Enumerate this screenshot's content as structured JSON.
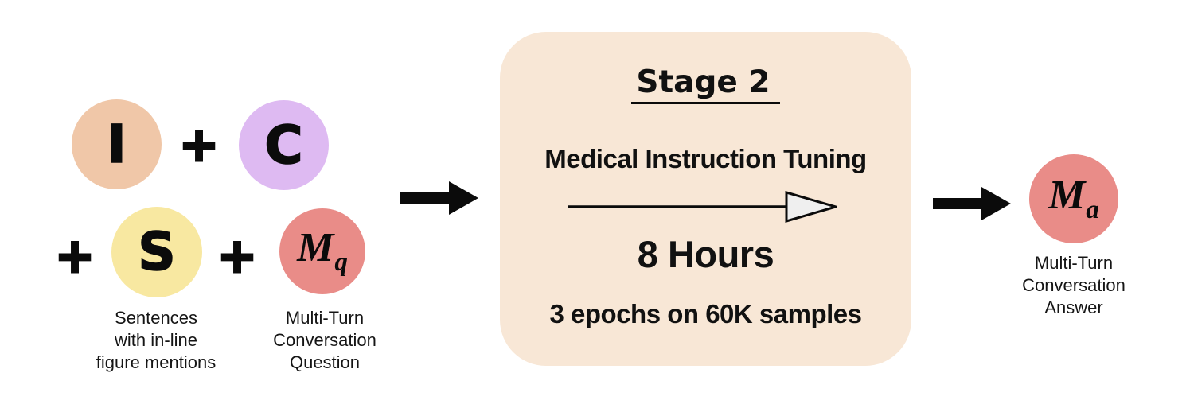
{
  "diagram": {
    "plus": "+",
    "inputs": {
      "image": {
        "letter": "I",
        "color": "#F0C7A8"
      },
      "caption": {
        "letter": "C",
        "color": "#DEBAF2"
      },
      "sentences": {
        "letter": "S",
        "color": "#F8E8A1",
        "caption": "Sentences\nwith in-line\nfigure mentions"
      },
      "question": {
        "letter": "M",
        "subscript": "q",
        "color": "#E98C88",
        "caption": "Multi-Turn\nConversation\nQuestion"
      }
    },
    "stage_box": {
      "title": "Stage 2",
      "task": "Medical Instruction Tuning",
      "duration": "8 Hours",
      "details": "3 epochs on 60K samples",
      "bg_color": "#F8E7D6",
      "arrowhead_fill": "#EFEFEF"
    },
    "output": {
      "letter": "M",
      "subscript": "a",
      "color": "#E98C88",
      "caption": "Multi-Turn\nConversation\nAnswer"
    }
  }
}
